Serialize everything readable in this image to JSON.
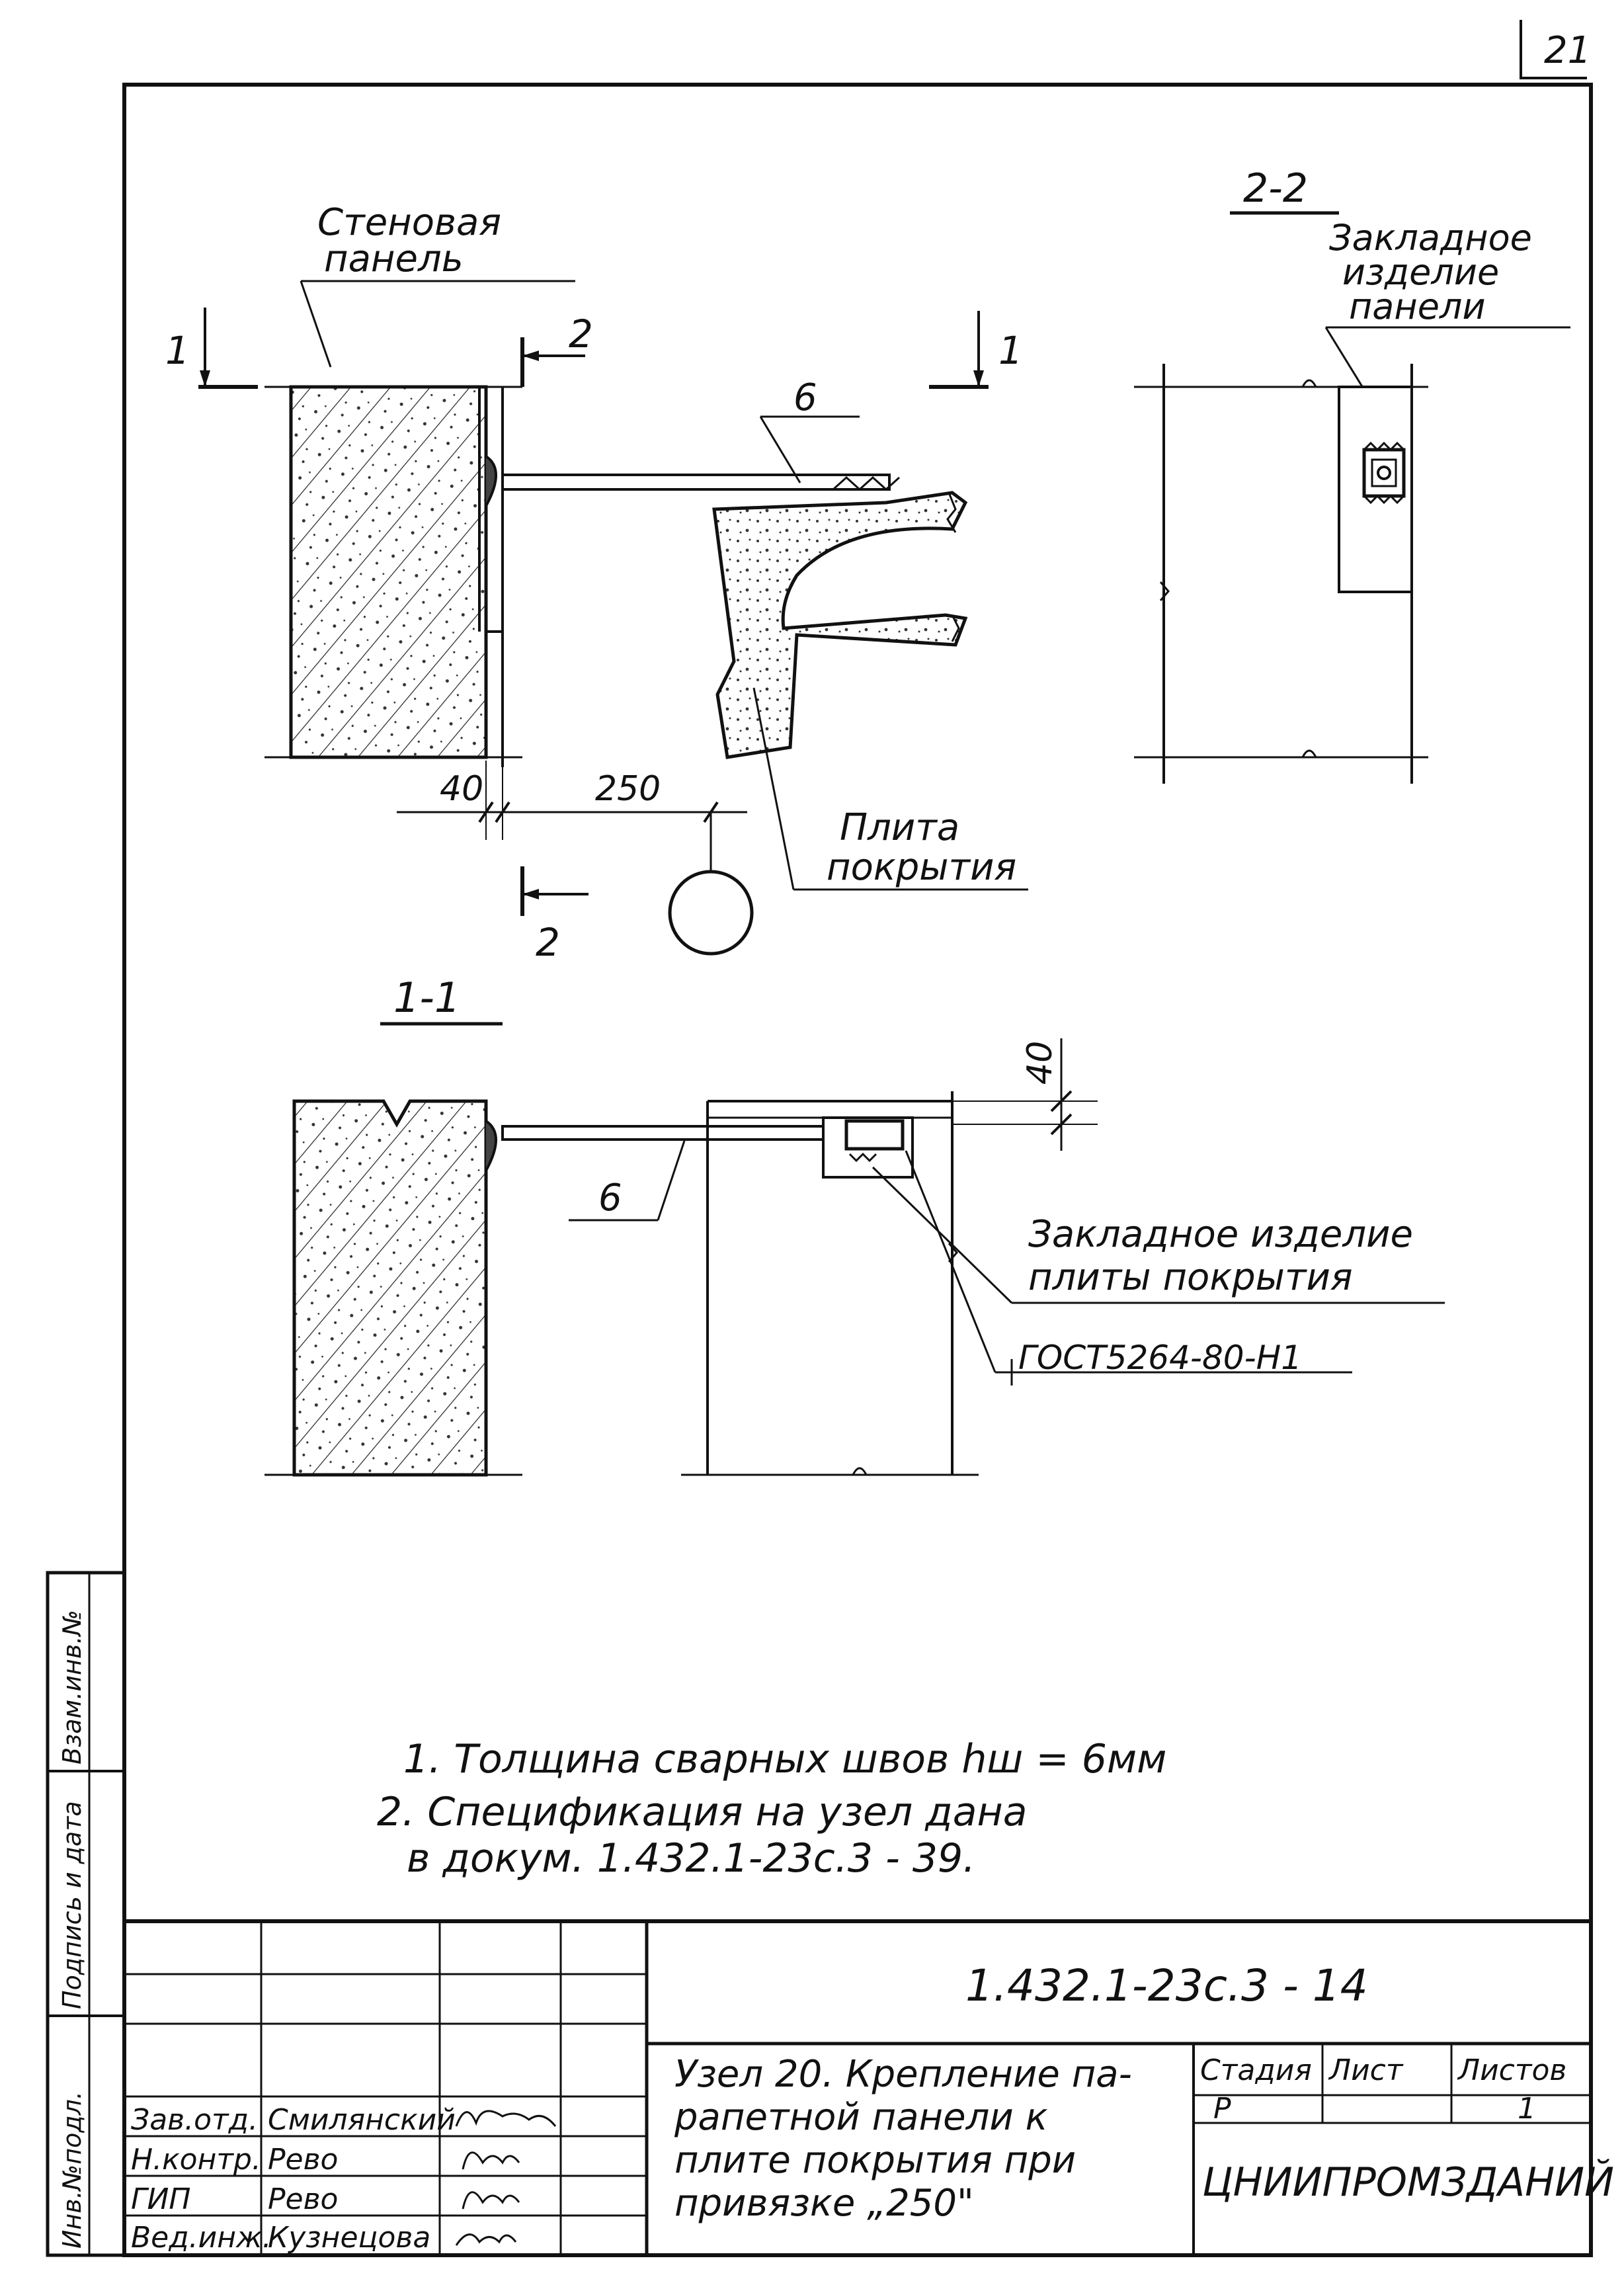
{
  "sheet": {
    "number": "21"
  },
  "labels": {
    "wall_panel": [
      "Стеновая",
      "панель"
    ],
    "section_2_2": "2-2",
    "embedded_panel": [
      "Закладное",
      "изделие",
      "панели"
    ],
    "cut_1_left": "1",
    "cut_1_right": "1",
    "cut_2_top": "2",
    "cut_2_bottom": "2",
    "item_6_top": "6",
    "item_6_bottom": "6",
    "dim_40_horizontal": "40",
    "dim_250": "250",
    "roof_slab": [
      "Плита",
      "покрытия"
    ],
    "section_1_1": "1-1",
    "dim_40_vertical": "40",
    "embedded_slab": [
      "Закладное изделие",
      "плиты покрытия"
    ],
    "weld_standard": "ГОСТ5264-80-Н1"
  },
  "notes": [
    "1. Толщина   сварных     швов hш = 6мм",
    "2. Спецификация на узел дана",
    "в докум. 1.432.1-23с.3 - 39."
  ],
  "side_stamp": [
    "Инв.№подл.",
    "Подпись и дата",
    "Взам.инв.№"
  ],
  "title_block": {
    "document_code": "1.432.1-23с.3 - 14",
    "title_lines": [
      "Узел 20. Крепление па-",
      "рапетной панели к",
      "плите покрытия при",
      "привязке „250\""
    ],
    "columns": [
      "Стадия",
      "Лист",
      "Листов"
    ],
    "stage": "Р",
    "sheet": "",
    "sheets": "1",
    "organization": "ЦНИИПРОМЗДАНИЙ",
    "signatures": [
      {
        "role": "Зав.отд.",
        "name": "Смилянский"
      },
      {
        "role": "Н.контр.",
        "name": "Рево"
      },
      {
        "role": "ГИП",
        "name": "Рево"
      },
      {
        "role": "Вед.инж.",
        "name": "Кузнецова"
      }
    ]
  }
}
